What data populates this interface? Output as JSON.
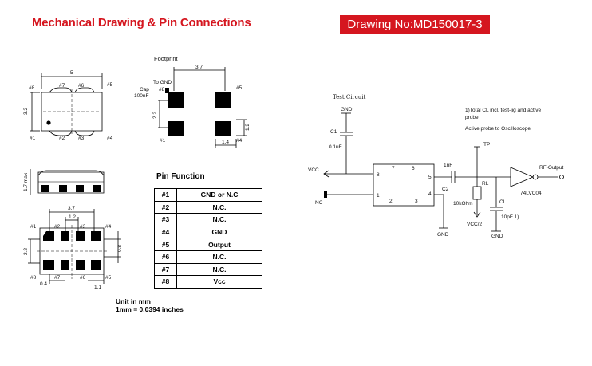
{
  "header": {
    "title": "Mechanical Drawing & Pin Connections",
    "drawing_no": "Drawing No:MD150017-3"
  },
  "top_view": {
    "width_dim": "5",
    "height_dim": "3.2",
    "pin_labels": [
      "#1",
      "#2",
      "#3",
      "#4",
      "#5",
      "#6",
      "#7",
      "#8"
    ]
  },
  "side_view": {
    "height_dim": "1.7 max"
  },
  "bottom_view": {
    "dim_top": "3.7",
    "dim_inner": "1.2",
    "dim_left": "2.2",
    "dim_right": "0.8",
    "dim_bottom_left": "0.4",
    "dim_bottom_right": "1.1",
    "pin_labels": [
      "#1",
      "#2",
      "#3",
      "#4",
      "#5",
      "#6",
      "#7",
      "#8"
    ]
  },
  "footprint": {
    "title": "Footprint",
    "dim_top": "3.7",
    "dim_left": "2.2",
    "dim_right": "1.2",
    "dim_bottom": "1.4",
    "to_gnd": "To GND",
    "cap": "Cap",
    "cap_value": "100nF",
    "pin_labels": [
      "#1",
      "#4",
      "#5",
      "#8"
    ]
  },
  "pin_function": {
    "title": "Pin Function",
    "rows": [
      {
        "pin": "#1",
        "function": "GND or N.C"
      },
      {
        "pin": "#2",
        "function": "N.C."
      },
      {
        "pin": "#3",
        "function": "N.C."
      },
      {
        "pin": "#4",
        "function": "GND"
      },
      {
        "pin": "#5",
        "function": "Output"
      },
      {
        "pin": "#6",
        "function": "N.C."
      },
      {
        "pin": "#7",
        "function": "N.C."
      },
      {
        "pin": "#8",
        "function": "Vcc"
      }
    ]
  },
  "units": {
    "line1": "Unit in mm",
    "line2": "1mm = 0.0394 inches"
  },
  "test_circuit": {
    "title": "Test Circuit",
    "note1": "1)Total CL incl. test-jig and active",
    "note2": "probe",
    "note3": "Active probe to Oscilloscope",
    "gnd": "GND",
    "c1": "C1",
    "c1_value": "0.1uF",
    "vcc": "VCC",
    "nc": "NC",
    "c2": "C2",
    "c2_value": "1nF",
    "tp": "TP",
    "rl": "RL",
    "rl_value": "10kOhm",
    "vcc_half": "VCC/2",
    "cl": "CL",
    "cl_value": "10pF  1)",
    "rf_output": "RF-Output",
    "buffer": "74LVC04",
    "ic_pins": [
      "8",
      "7",
      "6",
      "5",
      "1",
      "2",
      "3",
      "4"
    ]
  }
}
